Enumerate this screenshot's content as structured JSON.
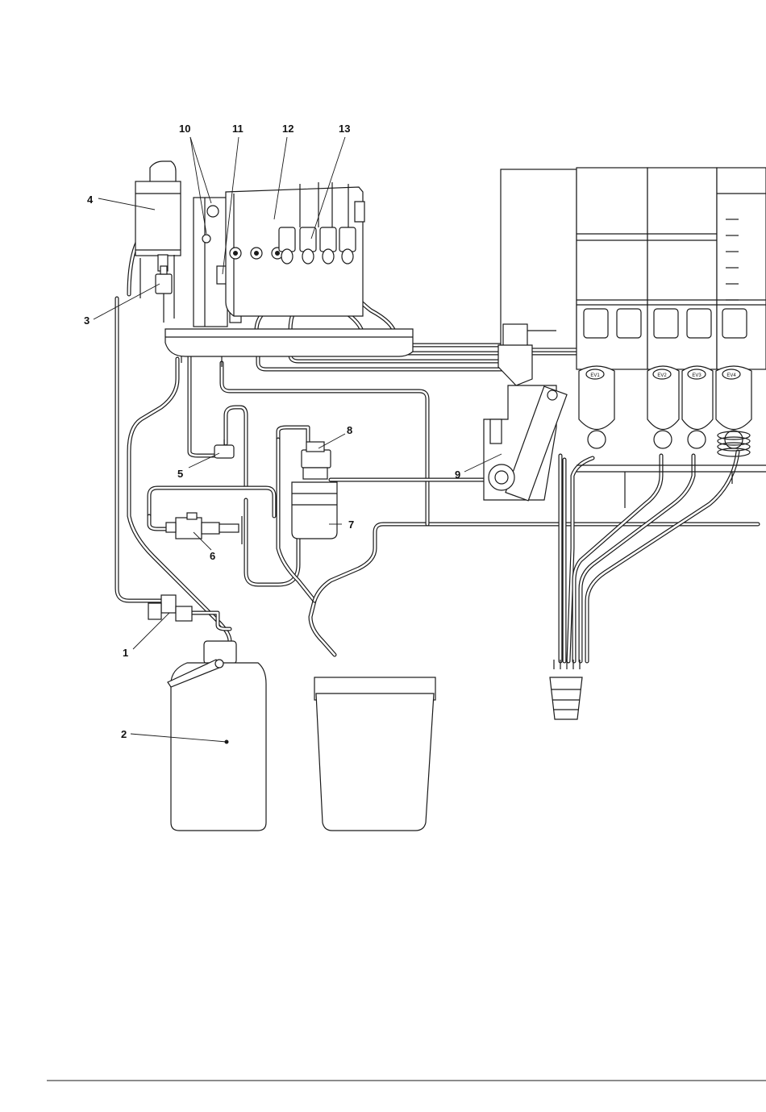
{
  "callouts": [
    {
      "id": "1",
      "label": "1"
    },
    {
      "id": "2",
      "label": "2"
    },
    {
      "id": "3",
      "label": "3"
    },
    {
      "id": "4",
      "label": "4"
    },
    {
      "id": "5",
      "label": "5"
    },
    {
      "id": "6",
      "label": "6"
    },
    {
      "id": "7",
      "label": "7"
    },
    {
      "id": "8",
      "label": "8"
    },
    {
      "id": "9",
      "label": "9"
    },
    {
      "id": "10",
      "label": "10"
    },
    {
      "id": "11",
      "label": "11"
    },
    {
      "id": "12",
      "label": "12"
    },
    {
      "id": "13",
      "label": "13"
    }
  ],
  "valves": [
    {
      "label": "EV1"
    },
    {
      "label": "EV2"
    },
    {
      "label": "EV3"
    },
    {
      "label": "EV4"
    }
  ],
  "colors": {
    "ink": "#1a1a1a",
    "paper": "#ffffff"
  }
}
